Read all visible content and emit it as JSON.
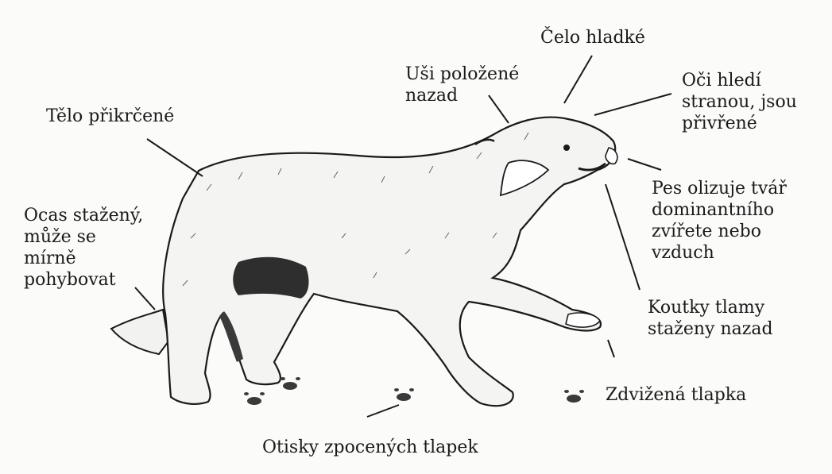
{
  "colors": {
    "ink": "#1a1a1a",
    "paper": "#fbfbfa",
    "fur_shade": "#2e2e2e"
  },
  "labels": {
    "forehead": {
      "lines": [
        "Čelo hladké"
      ]
    },
    "ears": {
      "lines": [
        "Uši položené",
        "nazad"
      ]
    },
    "eyes": {
      "lines": [
        "Oči hledí",
        "stranou, jsou",
        "přivřené"
      ]
    },
    "body": {
      "lines": [
        "Tělo přikrčené"
      ]
    },
    "licking": {
      "lines": [
        "Pes olizuje tvář",
        "dominantního",
        "zvířete nebo",
        "vzduch"
      ]
    },
    "tail": {
      "lines": [
        "Ocas stažený,",
        "může se",
        "mírně",
        "pohybovat"
      ]
    },
    "mouth": {
      "lines": [
        "Koutky tlamy",
        "staženy nazad"
      ]
    },
    "paw": {
      "lines": [
        "Zdvižená tlapka"
      ]
    },
    "pawprints": {
      "lines": [
        "Otisky zpocených tlapek"
      ]
    }
  }
}
